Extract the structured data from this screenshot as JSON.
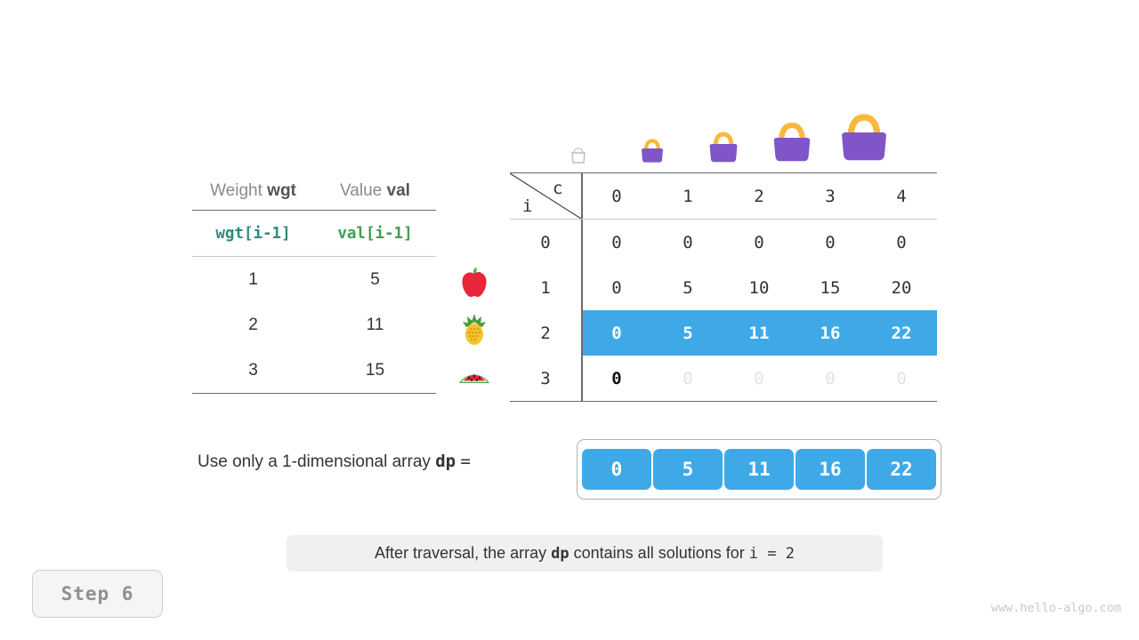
{
  "item_table": {
    "headers": [
      "Weight wgt",
      "Value val"
    ],
    "header_plain": [
      "Weight",
      "Value"
    ],
    "header_bold": [
      "wgt",
      "val"
    ],
    "code_row": [
      "wgt[i-1]",
      "val[i-1]"
    ],
    "rows": [
      {
        "weight": "1",
        "value": "5",
        "fruit": "apple-icon"
      },
      {
        "weight": "2",
        "value": "11",
        "fruit": "pineapple-icon"
      },
      {
        "weight": "3",
        "value": "15",
        "fruit": "watermelon-icon"
      }
    ]
  },
  "dp_table": {
    "corner_row_label": "i",
    "corner_col_label": "c",
    "column_headers": [
      "0",
      "1",
      "2",
      "3",
      "4"
    ],
    "row_headers": [
      "0",
      "1",
      "2",
      "3"
    ],
    "rows": [
      {
        "index": "0",
        "cells": [
          "0",
          "0",
          "0",
          "0",
          "0"
        ],
        "style": "normal"
      },
      {
        "index": "1",
        "cells": [
          "0",
          "5",
          "10",
          "15",
          "20"
        ],
        "style": "normal"
      },
      {
        "index": "2",
        "cells": [
          "0",
          "5",
          "11",
          "16",
          "22"
        ],
        "style": "highlight"
      },
      {
        "index": "3",
        "cells": [
          "0",
          "0",
          "0",
          "0",
          "0"
        ],
        "style": "pending"
      }
    ],
    "bag_icons": [
      "bag-icon-empty",
      "bag-icon-1",
      "bag-icon-2",
      "bag-icon-3",
      "bag-icon-4"
    ]
  },
  "dp_array": {
    "label_prefix": "Use only a 1-dimensional array",
    "label_var": "dp",
    "label_eq": "=",
    "values": [
      "0",
      "5",
      "11",
      "16",
      "22"
    ]
  },
  "caption": {
    "part1": "After traversal, the array",
    "var": "dp",
    "part2": "contains all solutions for",
    "expr": "i = 2"
  },
  "step_badge": {
    "label": "Step 6"
  },
  "watermark": {
    "text": "www.hello-algo.com"
  },
  "colors": {
    "highlight_blue": "#3fa9e8",
    "code_teal": "#2e8b7e",
    "code_green": "#429b52",
    "bag_purple": "#8055c8",
    "bag_handle": "#f9b83c",
    "muted_text": "#8a8a8a",
    "faded_cell": "#e2e2e2"
  }
}
